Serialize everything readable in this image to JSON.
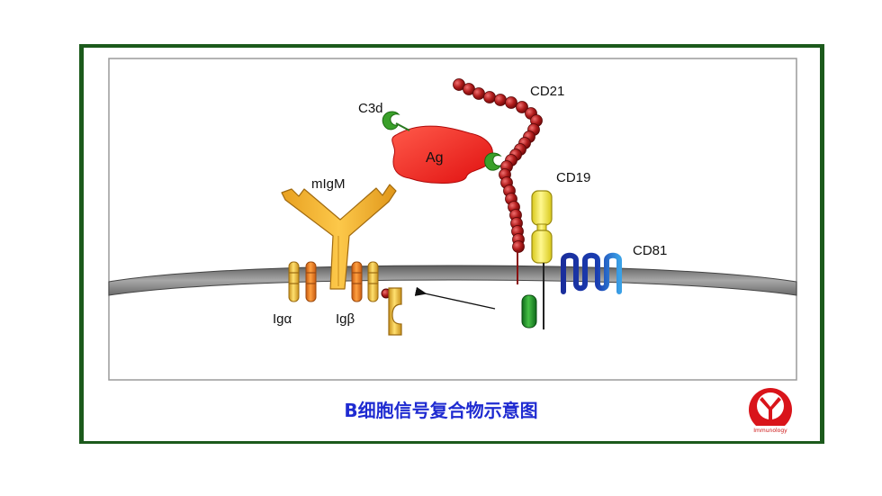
{
  "labels": {
    "c3d": "C3d",
    "cd21": "CD21",
    "antigen": "Ag",
    "migm": "mIgM",
    "cd19": "CD19",
    "cd81": "CD81",
    "ig_alpha": "Igα",
    "ig_beta": "Igβ"
  },
  "caption": "B细胞信号复合物示意图",
  "logo": {
    "text": "Immunology"
  },
  "colors": {
    "frame_border": "#1c5a1c",
    "membrane": "#808080",
    "antigen": "#ee1b1b",
    "cd21_bead": "#a11a1a",
    "migm": "#f0b42a",
    "cd19": "#f3e626",
    "cd81_dark": "#1a2e9c",
    "cd81_light": "#3aa0e6",
    "c3d": "#3aa02a",
    "caption": "#1f2bd1",
    "logo": "#d9141a"
  }
}
